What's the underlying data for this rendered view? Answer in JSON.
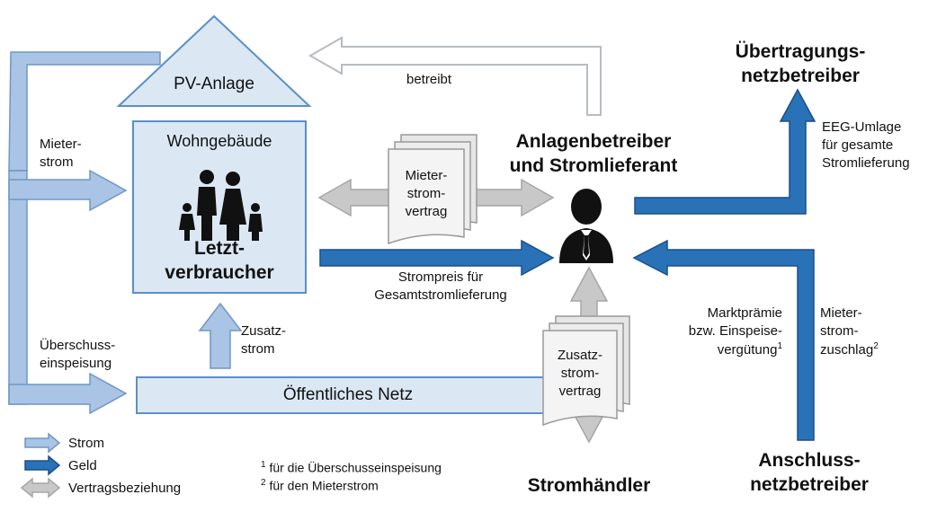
{
  "colors": {
    "strom": "#a9c4e4",
    "strom_border": "#6f97c7",
    "geld": "#2a72b8",
    "geld_border": "#1b4f86",
    "vertrag": "#c8c8c8",
    "vertrag_border": "#a6a6a6",
    "box_fill": "#dbe8f4",
    "box_border": "#5b8fc7"
  },
  "nodes": {
    "pv_anlage": "PV-Anlage",
    "wohngebaeude": "Wohngebäude",
    "letzt_1": "Letzt-",
    "letzt_2": "verbraucher",
    "anlagenbetreiber_1": "Anlagenbetreiber",
    "anlagenbetreiber_2": "und Stromlieferant",
    "uebertragung_1": "Übertragungs-",
    "uebertragung_2": "netzbetreiber",
    "anschluss_1": "Anschluss-",
    "anschluss_2": "netzbetreiber",
    "stromhaendler": "Stromhändler",
    "oeffentliches_netz": "Öffentliches Netz"
  },
  "labels": {
    "betreibt": "betreibt",
    "mieterstrom_1": "Mieter-",
    "mieterstrom_2": "strom",
    "ueberschuss_1": "Überschuss-",
    "ueberschuss_2": "einspeisung",
    "zusatz_1": "Zusatz-",
    "zusatz_2": "strom",
    "strompreis_1": "Strompreis für",
    "strompreis_2": "Gesamtstromlieferung",
    "eeg_1": "EEG-Umlage",
    "eeg_2": "für gesamte",
    "eeg_3": "Stromlieferung",
    "markt_1": "Marktprämie",
    "markt_2": "bzw. Einspeise-",
    "markt_3": "vergütung",
    "markt_sup": "1",
    "zuschlag_1": "Mieter-",
    "zuschlag_2": "strom-",
    "zuschlag_3": "zuschlag",
    "zuschlag_sup": "2"
  },
  "documents": {
    "mietervertrag": [
      "Mieter-",
      "strom-",
      "vertrag"
    ],
    "zusatzvertrag": [
      "Zusatz-",
      "strom-",
      "vertrag"
    ]
  },
  "legend": {
    "strom": "Strom",
    "geld": "Geld",
    "vertrag": "Vertragsbeziehung"
  },
  "footnotes": [
    {
      "num": "1",
      "text": "für die Überschusseinspeisung"
    },
    {
      "num": "2",
      "text": "für den Mieterstrom"
    }
  ]
}
